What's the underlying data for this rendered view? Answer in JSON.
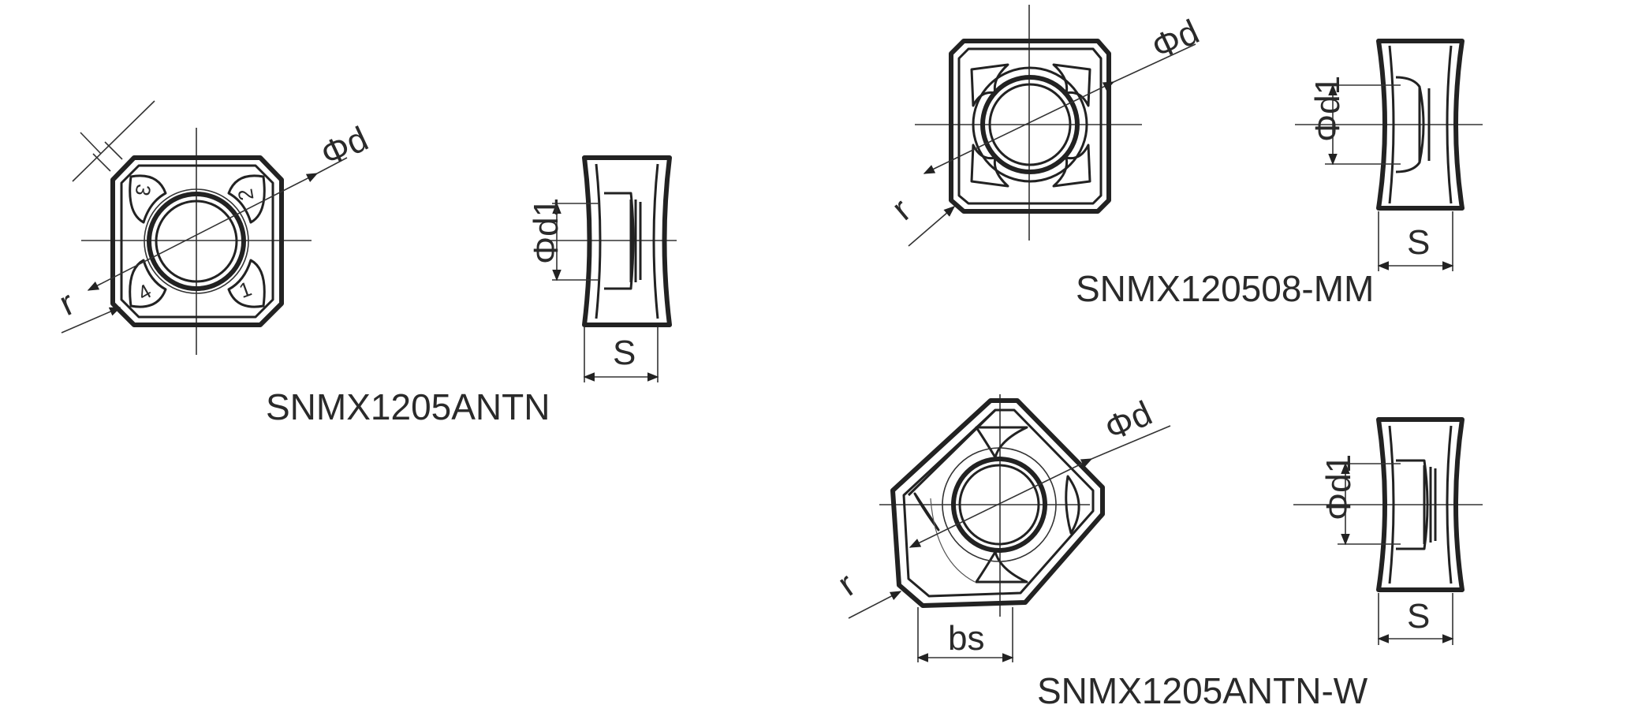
{
  "figures": [
    {
      "id": "snmx1205antn",
      "caption": "SNMX1205ANTN",
      "dimensions": {
        "diameter": "Φd",
        "radius": "r",
        "hole_diameter": "Φd1",
        "thickness": "S"
      },
      "corner_numbers": [
        "1",
        "2",
        "3",
        "4"
      ]
    },
    {
      "id": "snmx120508-mm",
      "caption": "SNMX120508-MM",
      "dimensions": {
        "diameter": "Φd",
        "radius": "r",
        "hole_diameter": "Φd1",
        "thickness": "S"
      }
    },
    {
      "id": "snmx1205antn-w",
      "caption": "SNMX1205ANTN-W",
      "dimensions": {
        "diameter": "Φd",
        "radius": "r",
        "hole_diameter": "Φd1",
        "thickness": "S",
        "bevel_width": "bs"
      }
    }
  ]
}
